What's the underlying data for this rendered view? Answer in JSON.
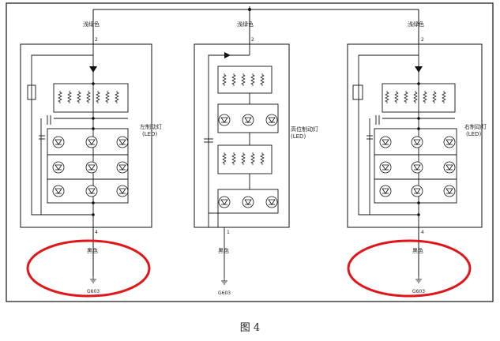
{
  "wire_top_color": "浅绿色",
  "wire_bottom_color": "黑色",
  "ground_label": "G603",
  "left_lamp": {
    "name": "左制动灯",
    "sub": "(LED)",
    "pin_top": "2",
    "pin_bottom": "4"
  },
  "center_lamp": {
    "name": "高位制动灯",
    "sub": "(LED)",
    "pin_top": "2",
    "pin_bottom": "1"
  },
  "right_lamp": {
    "name": "右制动灯",
    "sub": "(LED)",
    "pin_top": "2",
    "pin_bottom": "4"
  },
  "caption": "图 4",
  "colors": {
    "line": "#111111",
    "highlight": "#e0161b"
  }
}
